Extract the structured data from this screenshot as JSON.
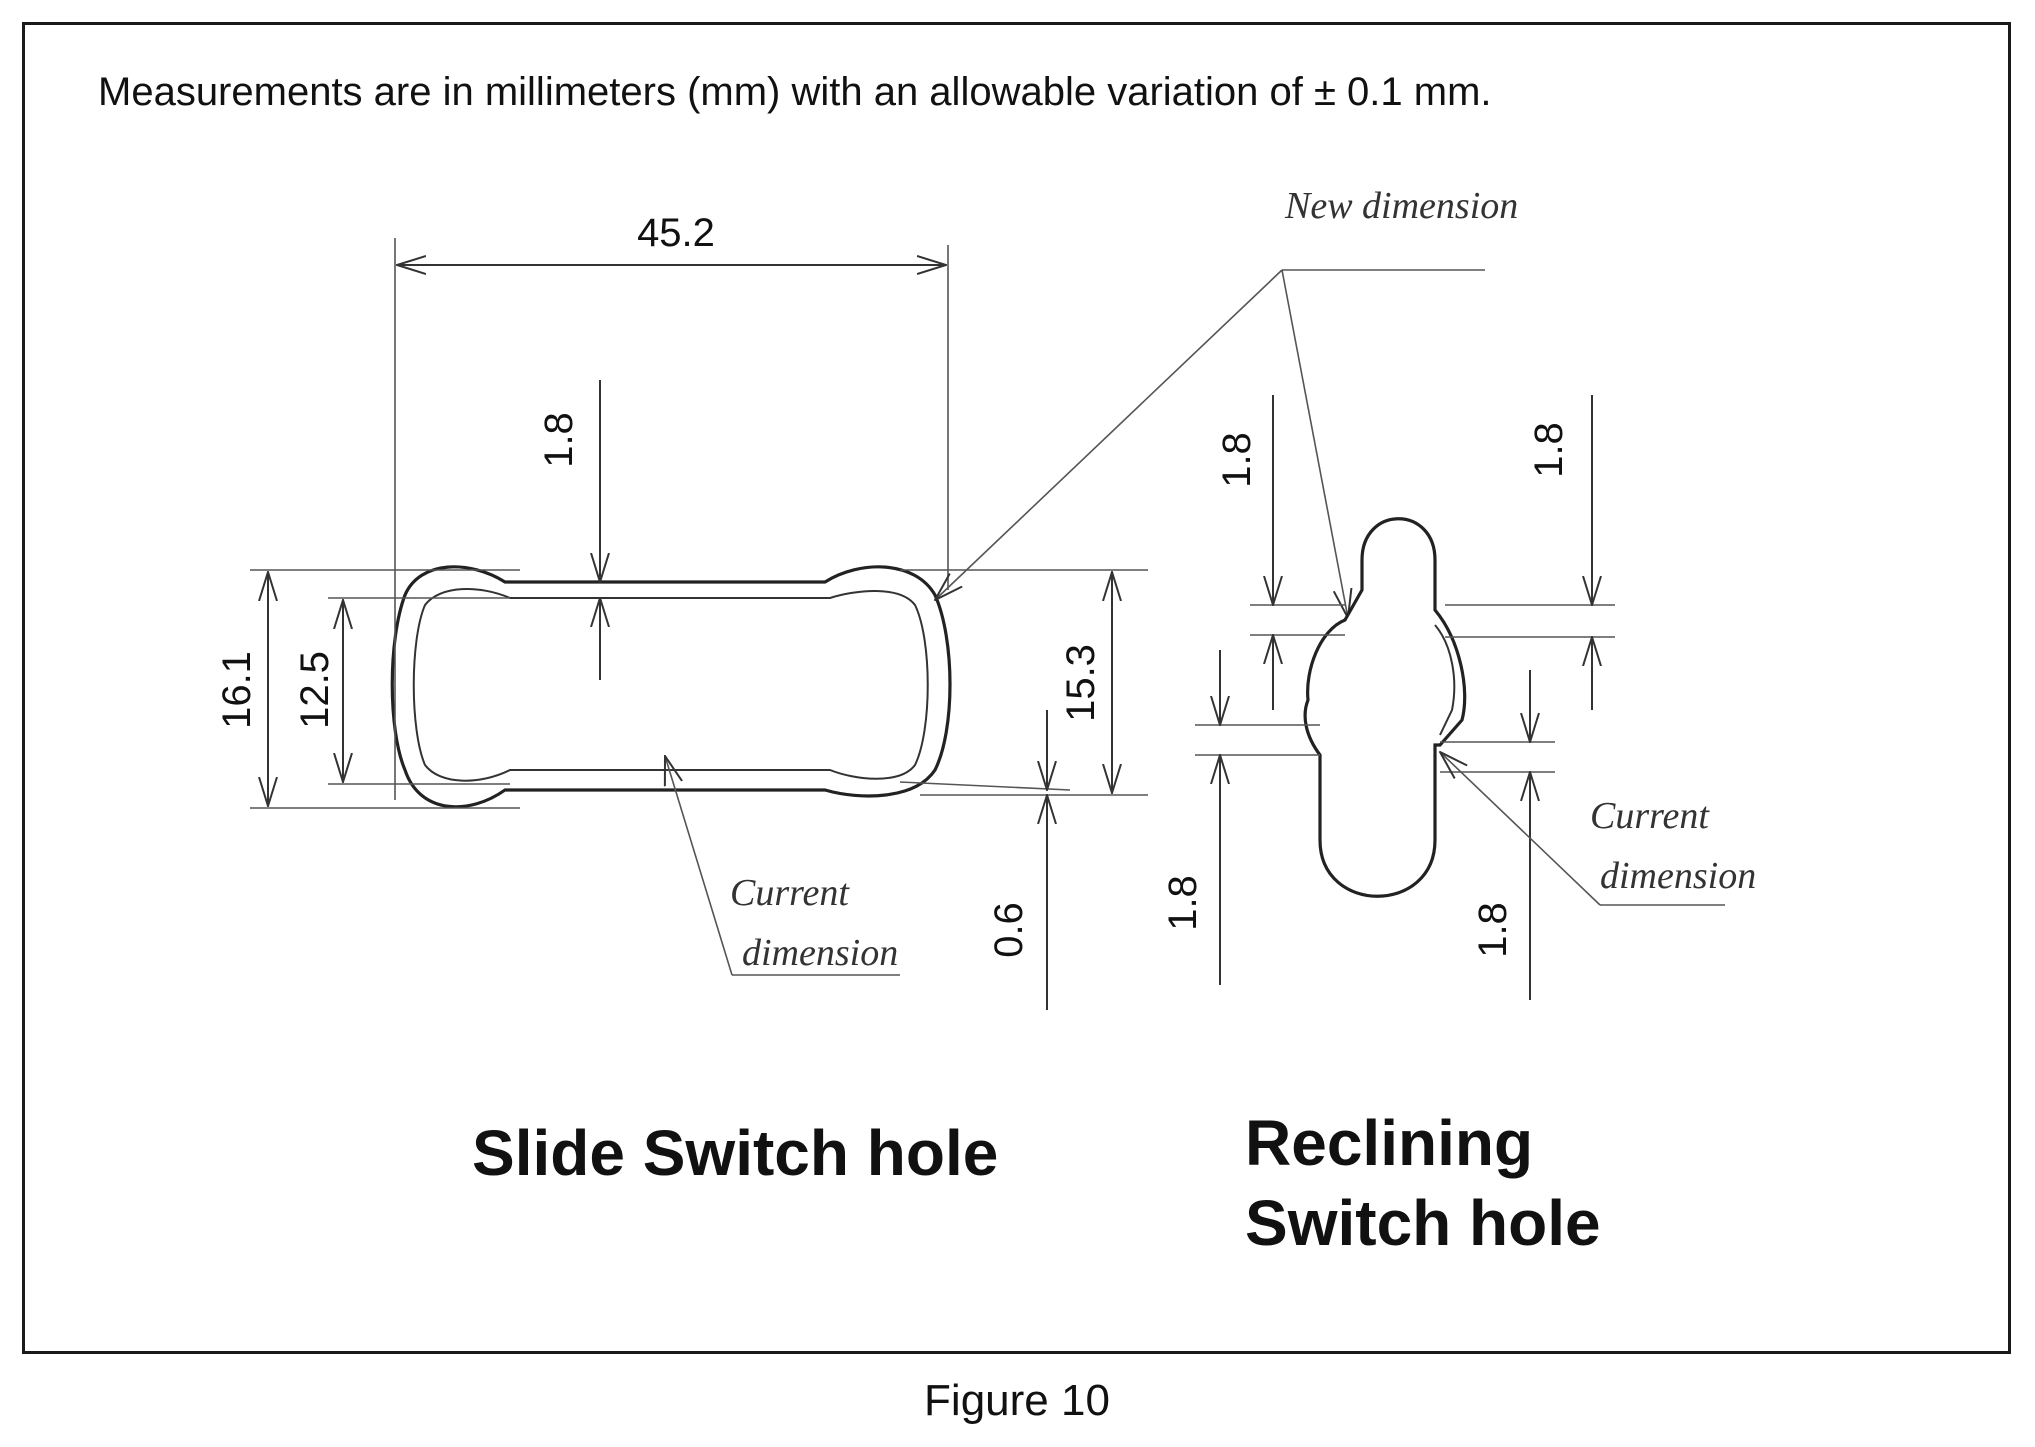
{
  "intro": "Measurements are in millimeters (mm) with an allowable variation of ± 0.1 mm.",
  "caption": "Figure 10",
  "slide": {
    "title": "Slide Switch hole",
    "width": "45.2",
    "inset": "1.8",
    "outer_height": "16.1",
    "inner_height": "12.5",
    "right_height": "15.3",
    "offset": "0.6",
    "note_line1": "Current",
    "note_line2": "dimension"
  },
  "reclining": {
    "title_line1": "Reclining",
    "title_line2": "Switch hole",
    "upper_left": "1.8",
    "upper_right": "1.8",
    "lower_left": "1.8",
    "lower_right": "1.8",
    "note_line1": "Current",
    "note_line2": "dimension"
  },
  "new_note": "New dimension"
}
